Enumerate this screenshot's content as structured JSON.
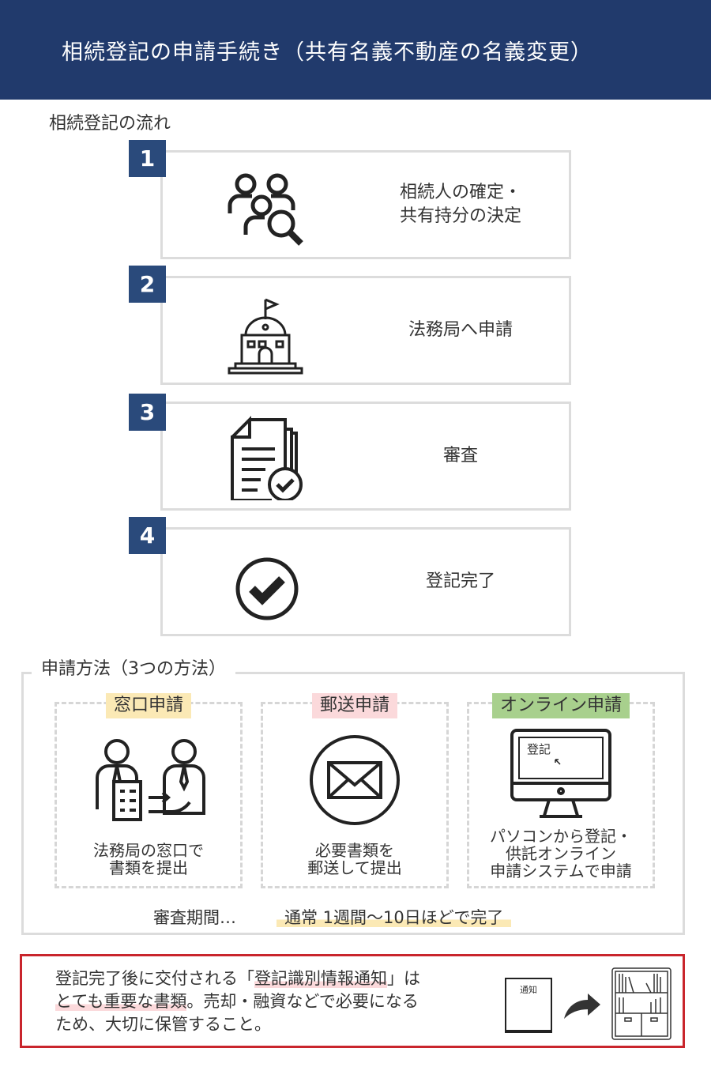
{
  "header": {
    "title": "相続登記の申請手続き（共有名義不動産の名義変更）"
  },
  "flow": {
    "title": "相続登記の流れ",
    "steps": [
      {
        "num": "1",
        "text": "相続人の確定・\n共有持分の決定",
        "icon": "people-search-icon"
      },
      {
        "num": "2",
        "text": "法務局へ申請",
        "icon": "government-building-icon"
      },
      {
        "num": "3",
        "text": "審査",
        "icon": "document-check-icon"
      },
      {
        "num": "4",
        "text": "登記完了",
        "icon": "check-circle-icon"
      }
    ]
  },
  "methods": {
    "title": "申請方法（3つの方法）",
    "items": [
      {
        "label": "窓口申請",
        "desc": "法務局の窓口で\n書類を提出",
        "color": "#fbe9b5",
        "icon": "counter-handover-icon"
      },
      {
        "label": "郵送申請",
        "desc": "必要書類を\n郵送して提出",
        "color": "#fbd9db",
        "icon": "envelope-icon"
      },
      {
        "label": "オンライン申請",
        "desc": "パソコンから登記・\n供託オンライン\n申請システムで申請",
        "color": "#a8d08d",
        "icon": "computer-icon",
        "screen_text": "登記"
      }
    ],
    "period_label": "審査期間…",
    "period_value": "通常 1週間〜10日ほどで完了"
  },
  "note": {
    "part1": "登記完了後に交付される「",
    "highlight1": "登記識別情報通知",
    "part2": "」は",
    "highlight2": "とても重要な書類",
    "part3": "。売却・融資などで必要になる",
    "line3": "ため、大切に保管すること。",
    "doc_label": "通知"
  },
  "colors": {
    "header": "#213a6c",
    "badge": "#2a4a7b",
    "note_border": "#c9252c"
  }
}
